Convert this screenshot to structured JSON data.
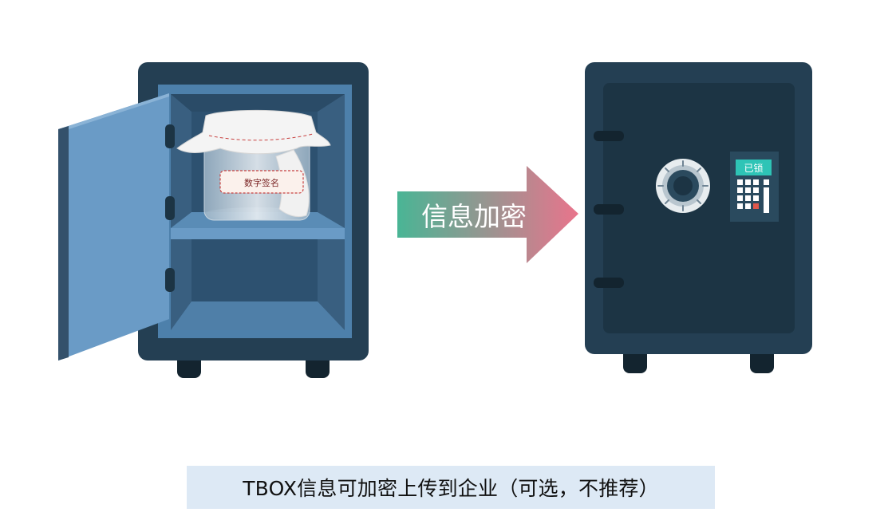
{
  "diagram": {
    "jar_label": "数字签名",
    "arrow_label": "信息加密",
    "lock_status": "已锁",
    "caption": "TBOX信息可加密上传到企业（可选，不推荐）"
  },
  "colors": {
    "safe_body": "#243f53",
    "safe_inner": "#4d80ab",
    "door": "#6a9bc6",
    "closed_door": "#1c3444",
    "arrow_start": "#49b595",
    "arrow_end": "#e9748c",
    "status_accent": "#2ec4b6",
    "caption_bg": "#dde9f5"
  }
}
